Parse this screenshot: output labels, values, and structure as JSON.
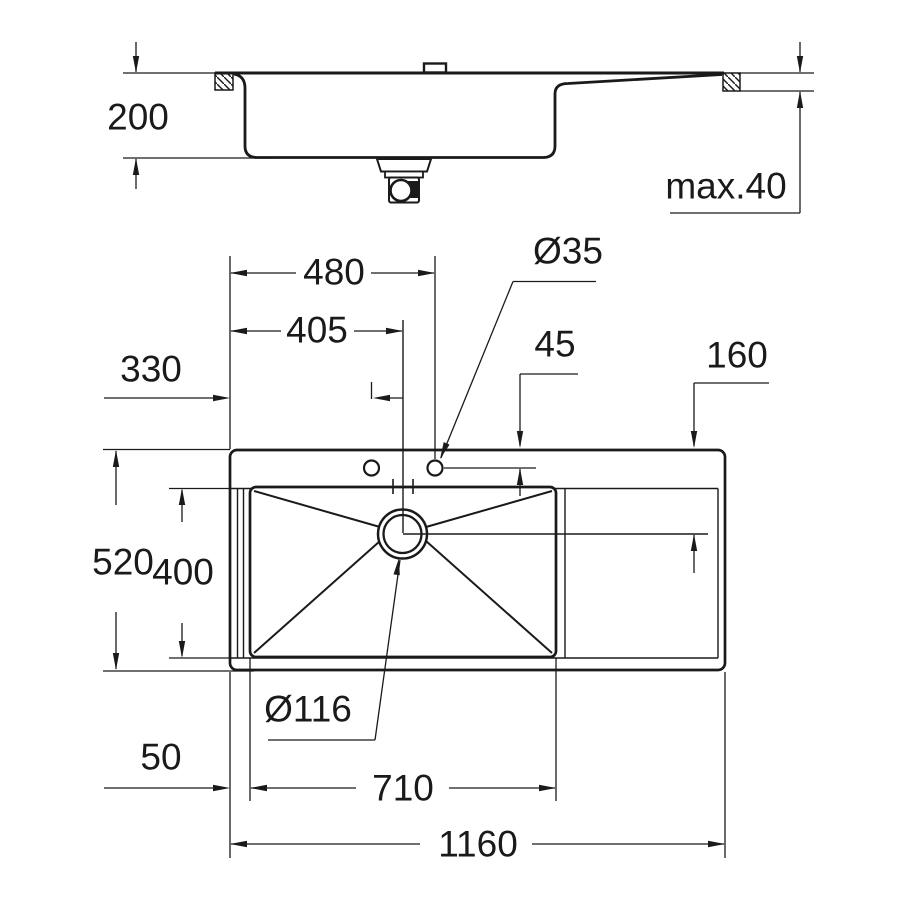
{
  "drawing": {
    "kind": "kitchen-sink installation dimension drawing",
    "units": "mm",
    "side_view": {
      "depth": "200",
      "countertop_thickness": "max.40"
    },
    "plan_view": {
      "overall_width": "1160",
      "overall_depth": "520",
      "bowl_width": "710",
      "bowl_depth": "400",
      "bowl_offset_left": "50",
      "tap_hole_left_offset": "330",
      "drain_center_offset": "405",
      "tap_hole_right_offset": "480",
      "tap_hole_diameter": "Ø35",
      "tap_hole_back_offset": "45",
      "drainboard_offset": "160",
      "drain_diameter": "Ø116"
    },
    "colors": {
      "line": "#1a1a1a",
      "background": "#ffffff"
    }
  }
}
